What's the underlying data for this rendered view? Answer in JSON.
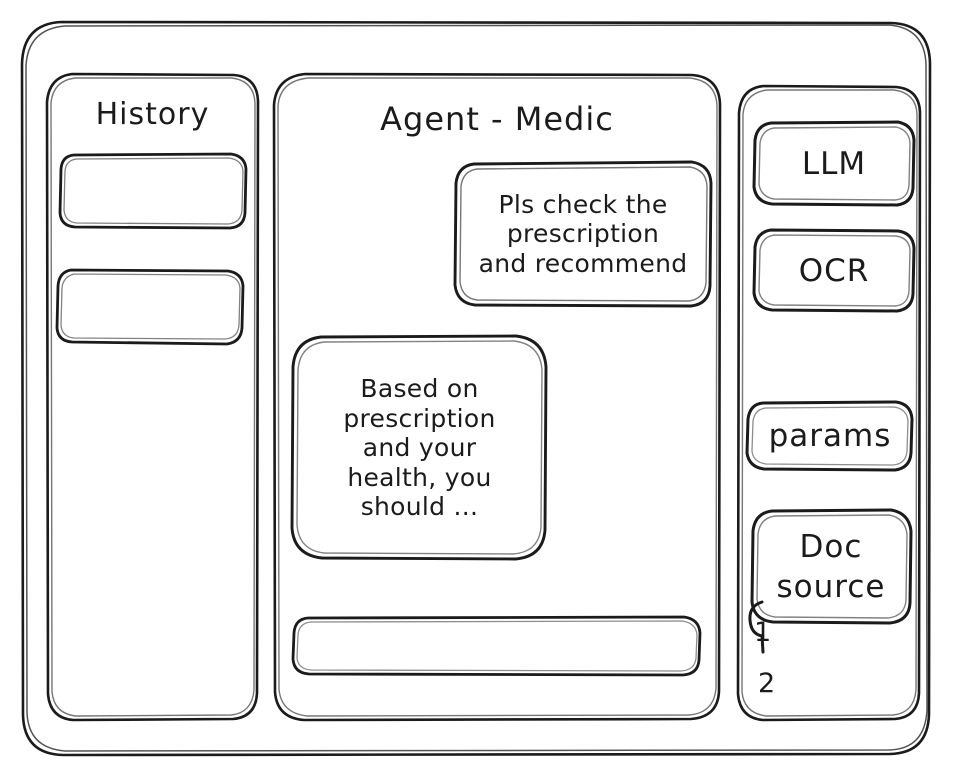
{
  "window": {
    "name": "agent-medic-wireframe"
  },
  "sidebar_left": {
    "title": "History",
    "items": [
      {
        "label": ""
      },
      {
        "label": ""
      }
    ]
  },
  "main": {
    "title": "Agent - Medic",
    "messages": [
      {
        "role": "user",
        "text": "Pls check the\nprescription\nand recommend"
      },
      {
        "role": "assistant",
        "text": "Based on\nprescription\nand your\nhealth, you\nshould ..."
      }
    ],
    "composer": {
      "value": "",
      "placeholder": ""
    }
  },
  "sidebar_right": {
    "buttons": [
      {
        "label": "LLM"
      },
      {
        "label": "OCR"
      },
      {
        "label": "params"
      }
    ],
    "doc_source": {
      "label": "Doc\nsource",
      "items": [
        {
          "label": "1"
        },
        {
          "label": "2"
        }
      ]
    }
  },
  "colors": {
    "stroke": "#1b1b1b",
    "background": "#ffffff"
  }
}
